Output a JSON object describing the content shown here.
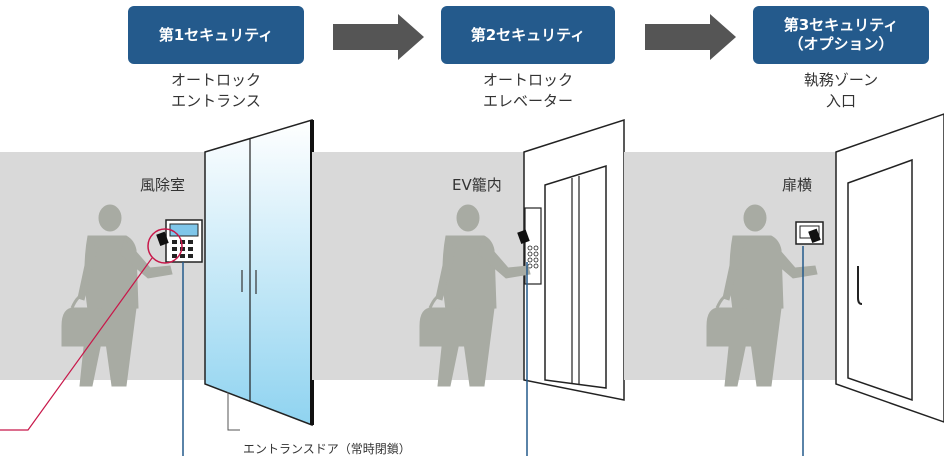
{
  "steps": [
    {
      "badge": [
        "第1セキュリティ"
      ],
      "caption": [
        "オートロック",
        "エントランス"
      ],
      "room": "風除室"
    },
    {
      "badge": [
        "第2セキュリティ"
      ],
      "caption": [
        "オートロック",
        "エレベーター"
      ],
      "room": "EV籠内"
    },
    {
      "badge": [
        "第3セキュリティ",
        "（オプション）"
      ],
      "caption": [
        "執務ゾーン",
        "入口"
      ],
      "room": "扉横"
    }
  ],
  "door_label": "エントランスドア（常時閉鎖）",
  "colors": {
    "badge": "#245a8c",
    "arrow": "#555555",
    "wall": "#d9d9d9",
    "person": "#a8aba3",
    "leader_blue": "#245a8c",
    "leader_red": "#c8184a"
  }
}
